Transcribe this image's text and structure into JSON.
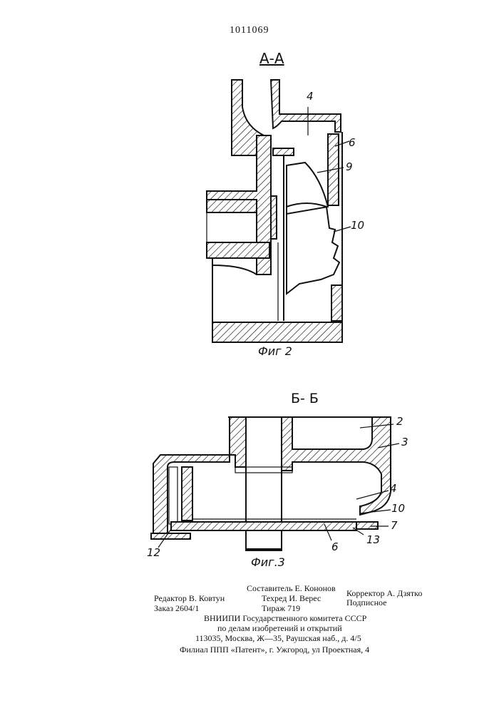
{
  "doc_number": "1011069",
  "section_aa": "А-А",
  "section_bb": "Б- Б",
  "fig2_caption": "Фиг 2",
  "fig3_caption": "Фиг.3",
  "fig2_labels": {
    "l4": "4",
    "l6": "6",
    "l9": "9",
    "l10": "10"
  },
  "fig3_labels": {
    "l2": "2",
    "l3": "3",
    "l4": "4",
    "l10": "10",
    "l7": "7",
    "l12": "12",
    "l13": "13",
    "l6": "6"
  },
  "footer": {
    "compiler": "Составитель Е. Кононов",
    "editor": "Редактор В. Ковтун",
    "tech": "Техред И. Верес",
    "corrector": "Корректор А. Дзятко",
    "order": "Заказ 2604/1",
    "circulation": "Тираж 719",
    "subscription": "Подписное",
    "org1": "ВНИИПИ  Государственного  комитета  СССР",
    "org2": "по  делам  изобретений  и  открытий",
    "address": "113035,  Москва,  Ж—35,  Раушская  наб.,  д. 4/5",
    "branch": "Филиал  ППП  «Патент»,  г.  Ужгород,  ул  Проектная,  4"
  }
}
